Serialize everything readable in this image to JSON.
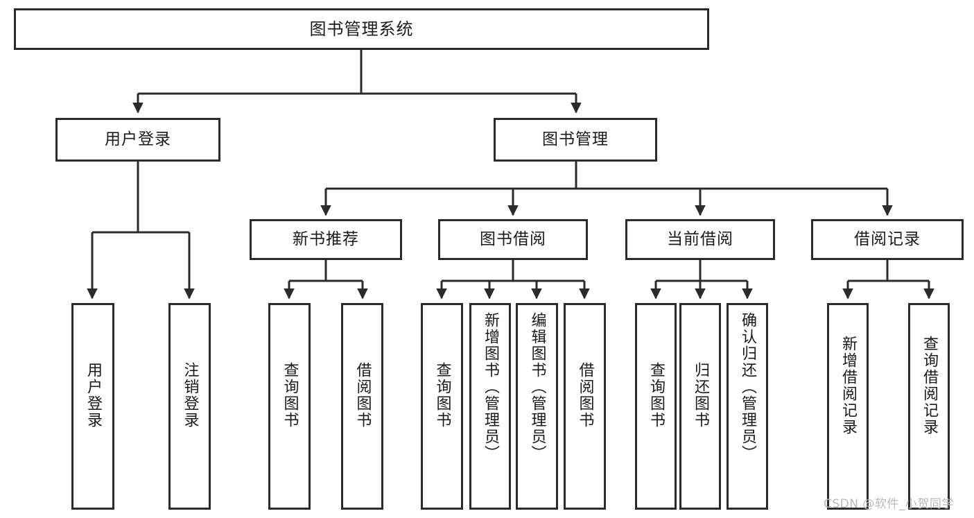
{
  "diagram": {
    "title": "图书管理系统",
    "type": "tree-hierarchy",
    "watermark": "CSDN @软件_小贺同学",
    "colors": {
      "box_border": "#2b2b2b",
      "box_fill": "#ffffff",
      "edge": "#2b2b2b",
      "text": "#1a1a1a",
      "watermark": "#b9b9b9",
      "background": "#ffffff"
    }
  },
  "nodes": {
    "root": {
      "label": "图书管理系统"
    },
    "level1": [
      {
        "id": "user-login",
        "label": "用户登录"
      },
      {
        "id": "book-manage",
        "label": "图书管理"
      }
    ],
    "level2": [
      {
        "id": "new-book-recommend",
        "label": "新书推荐"
      },
      {
        "id": "book-borrow",
        "label": "图书借阅"
      },
      {
        "id": "current-borrow",
        "label": "当前借阅"
      },
      {
        "id": "borrow-record",
        "label": "借阅记录"
      }
    ],
    "leaves": {
      "user_login": [
        {
          "id": "leaf-user-login",
          "label": "用户登录"
        },
        {
          "id": "leaf-user-logout",
          "label": "注销登录"
        }
      ],
      "new_book_recommend": [
        {
          "id": "leaf-query-book-1",
          "label": "查询图书"
        },
        {
          "id": "leaf-borrow-book-1",
          "label": "借阅图书"
        }
      ],
      "book_borrow": [
        {
          "id": "leaf-query-book-2",
          "label": "查询图书"
        },
        {
          "id": "leaf-add-book",
          "label": "新增图书（管理员）"
        },
        {
          "id": "leaf-edit-book",
          "label": "编辑图书（管理员）"
        },
        {
          "id": "leaf-borrow-book-2",
          "label": "借阅图书"
        }
      ],
      "current_borrow": [
        {
          "id": "leaf-query-book-3",
          "label": "查询图书"
        },
        {
          "id": "leaf-return-book",
          "label": "归还图书"
        },
        {
          "id": "leaf-confirm-return",
          "label": "确认归还（管理员）"
        }
      ],
      "borrow_record": [
        {
          "id": "leaf-add-record",
          "label": "新增借阅记录"
        },
        {
          "id": "leaf-query-record",
          "label": "查询借阅记录"
        }
      ]
    }
  }
}
